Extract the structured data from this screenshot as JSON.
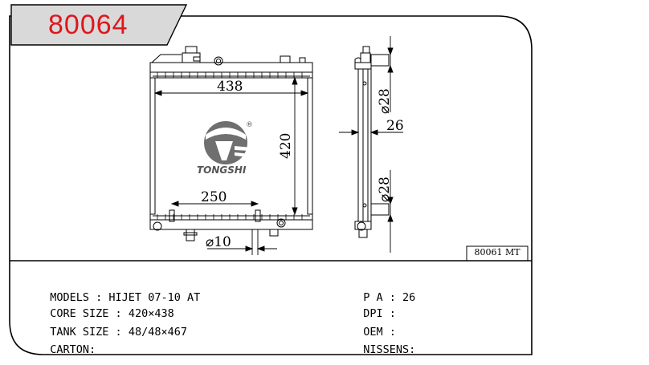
{
  "header": {
    "part_number": "80064"
  },
  "drawing": {
    "front": {
      "width": "438",
      "height": "420",
      "tank_offset": "250",
      "pipe_diameter": "⌀10"
    },
    "side": {
      "upper_pipe": "⌀28",
      "lower_pipe": "⌀28",
      "core_thickness": "26"
    },
    "brand": "TONGSHI",
    "trademark": "®",
    "reference": "80061 MT"
  },
  "specs": {
    "left": [
      {
        "label": "MODELS : ",
        "value": "HIJET 07-10 AT"
      },
      {
        "label": "CORE SIZE : ",
        "value": "420×438"
      },
      {
        "label": "TANK SIZE : ",
        "value": "48/48×467"
      },
      {
        "label": "CARTON:",
        "value": ""
      }
    ],
    "right": [
      {
        "label": "P A : ",
        "value": "26"
      },
      {
        "label": "DPI : ",
        "value": ""
      },
      {
        "label": "OEM : ",
        "value": ""
      },
      {
        "label": "NISSENS:",
        "value": ""
      }
    ]
  },
  "colors": {
    "part_number": "#e0161b",
    "tab_fill": "#d9d9d9",
    "line": "#000000"
  }
}
